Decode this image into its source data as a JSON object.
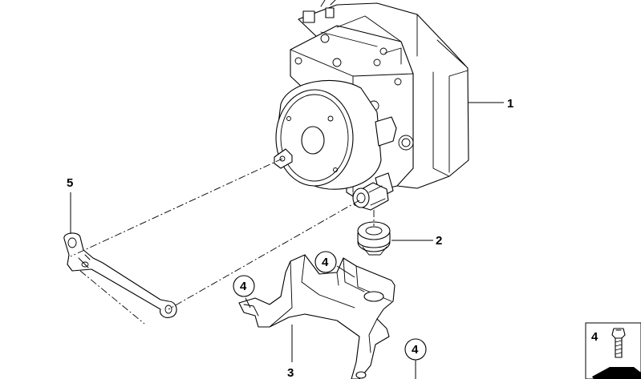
{
  "callouts": {
    "c1": "1",
    "c2": "2",
    "c3": "3",
    "c4a": "4",
    "c4b": "4",
    "c4c": "4",
    "c5": "5",
    "c4_legend": "4"
  }
}
